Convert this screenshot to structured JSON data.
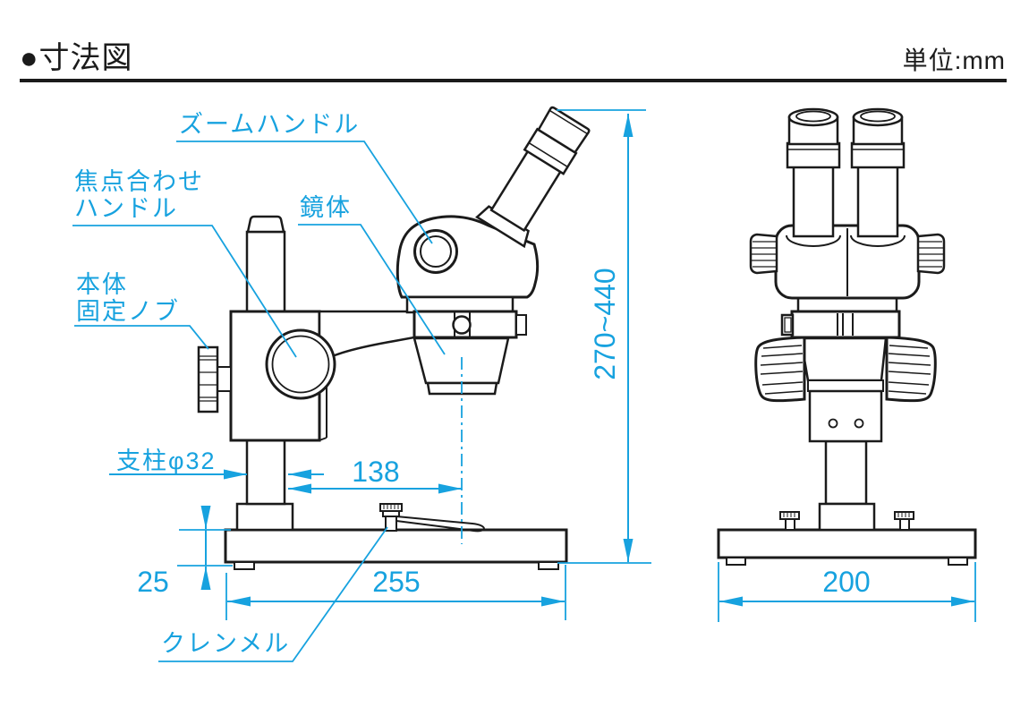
{
  "header": {
    "title": "●寸法図",
    "unit": "単位:mm"
  },
  "side_view": {
    "labels": {
      "zoom_handle": "ズームハンドル",
      "focus_handle_1": "焦点合わせ",
      "focus_handle_2": "ハンドル",
      "body_tube": "鏡体",
      "fix_knob_1": "本体",
      "fix_knob_2": "固定ノブ",
      "pillar": "支柱φ32",
      "clip": "クレンメル"
    },
    "dims": {
      "reach": "138",
      "base_depth": "255",
      "base_height": "25",
      "height": "270~440"
    }
  },
  "front_view": {
    "dims": {
      "base_width": "200"
    }
  },
  "colors": {
    "accent": "#17A2DF",
    "line": "#1b1b1b"
  }
}
